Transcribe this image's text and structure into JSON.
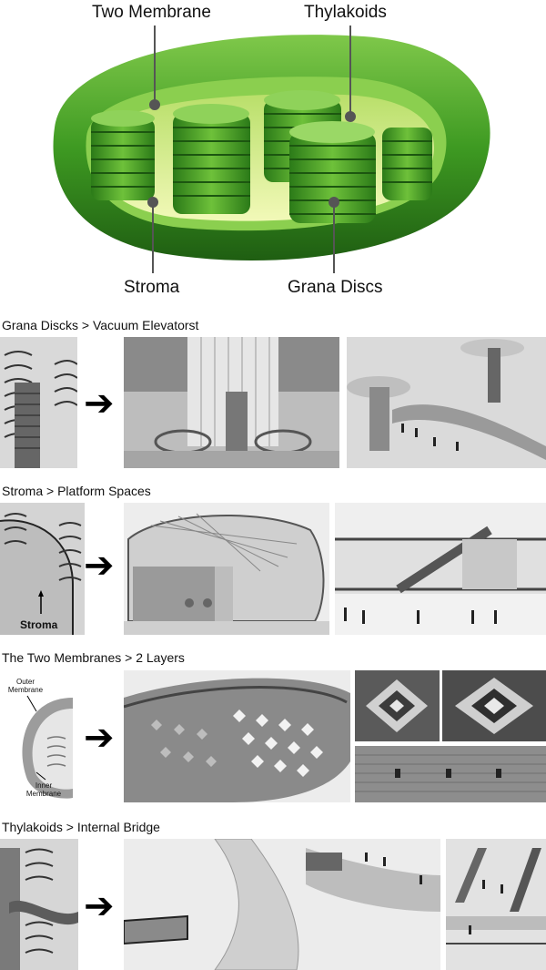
{
  "diagram": {
    "labels": {
      "two_membrane": "Two Membrane",
      "thylakoids": "Thylakoids",
      "stroma": "Stroma",
      "grana_discs": "Grana Discs"
    }
  },
  "sections": [
    {
      "title": "Grana Discks > Vacuum Elevatorst"
    },
    {
      "title": "Stroma > Platform Spaces",
      "detail_label": "Stroma"
    },
    {
      "title": "The Two Membranes > 2 Layers",
      "outer_label": "Outer Membrane",
      "inner_label": "Inner Membrane"
    },
    {
      "title": "Thylakoids > Internal Bridge"
    }
  ],
  "colors": {
    "green_dark": "#2f7d1e",
    "green_mid": "#5cb030",
    "green_light": "#cfe98a",
    "stroma_fill": "#e9f3a6"
  },
  "arrow_icon": "right-arrow-icon"
}
